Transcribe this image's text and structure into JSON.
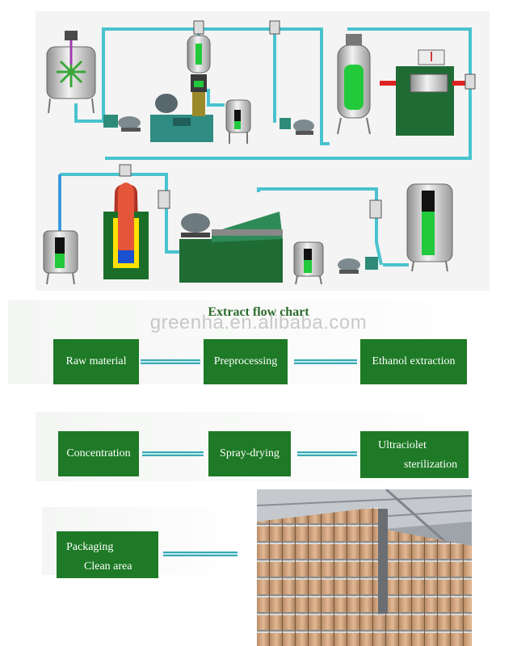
{
  "diagram": {
    "title": "Extract flow chart",
    "watermark": "greenha.en.alibaba.com",
    "steps_row1": [
      "Raw material",
      "Preprocessing",
      "Ethanol extraction"
    ],
    "steps_row2": [
      "Concentration",
      "Spray-drying"
    ],
    "ultraviolet": {
      "line1": "Ultraciolet",
      "line2": "sterilization"
    },
    "packaging": {
      "line1": "Packaging",
      "line2": "Clean area"
    }
  },
  "colors": {
    "box_green": "#1e7a26",
    "pipe": "#49c3cf",
    "tank_liquid": "#22c93a",
    "title": "#2c6a2c"
  },
  "icons": [
    "mixing-tank-icon",
    "pump-icon",
    "extractor-tank-icon",
    "evaporator-icon",
    "spray-dryer-tank-icon",
    "flow-meter-icon",
    "warehouse-photo"
  ]
}
